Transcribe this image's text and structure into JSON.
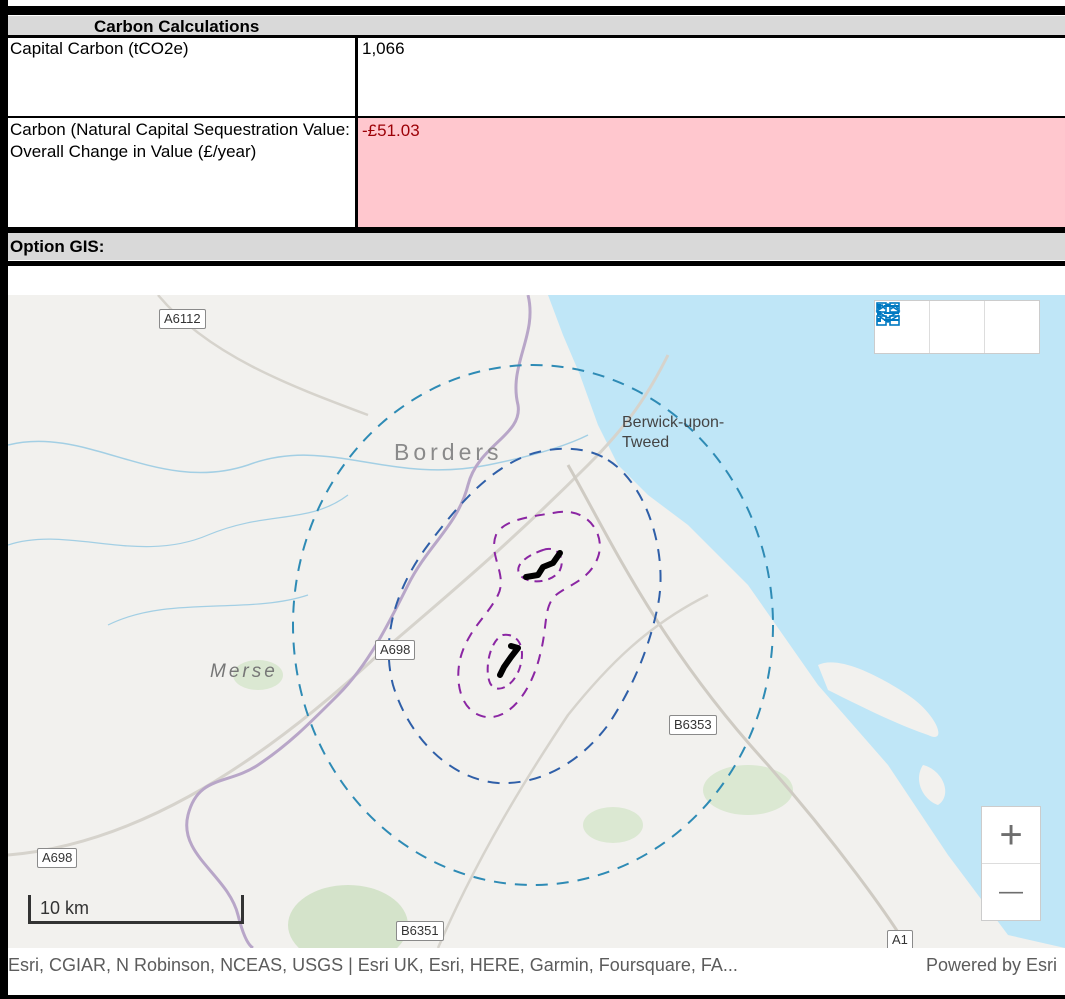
{
  "table": {
    "header": "Carbon Calculations",
    "rows": [
      {
        "label": "Capital Carbon (tCO2e)",
        "value": "1,066"
      },
      {
        "label": "Carbon (Natural Capital Sequestration Value: Overall Change in Value (£/year)",
        "value": "-£51.03"
      }
    ],
    "gis_header": "Option GIS:"
  },
  "map": {
    "place_labels": {
      "borders": "Borders",
      "berwick": "Berwick-upon-\nTweed",
      "merse": "Merse"
    },
    "road_labels": [
      "A6112",
      "A698",
      "A698",
      "B6353",
      "B6351",
      "A1"
    ],
    "scale_label": "10 km",
    "attribution": "Esri, CGIAR, N Robinson, NCEAS, USGS | Esri UK, Esri, HERE, Garmin, Foursquare, FA...",
    "powered_by": "Powered by Esri",
    "widgets": {
      "legend_icon": "legend-list-icon",
      "layers_icon": "layers-icon",
      "basemap_icon": "basemap-gallery-icon",
      "zoom_in_label": "+",
      "zoom_out_label": "—"
    },
    "colors": {
      "sea": "#bfe6f7",
      "land": "#f2f1ee",
      "outer_buffer": "#2e8bb5",
      "mid_buffer": "#2f5fa8",
      "inner_buffer": "#8b26a3",
      "route": "#000000",
      "negative_value_bg": "#ffc7ce",
      "negative_value_text": "#9c0006"
    }
  }
}
